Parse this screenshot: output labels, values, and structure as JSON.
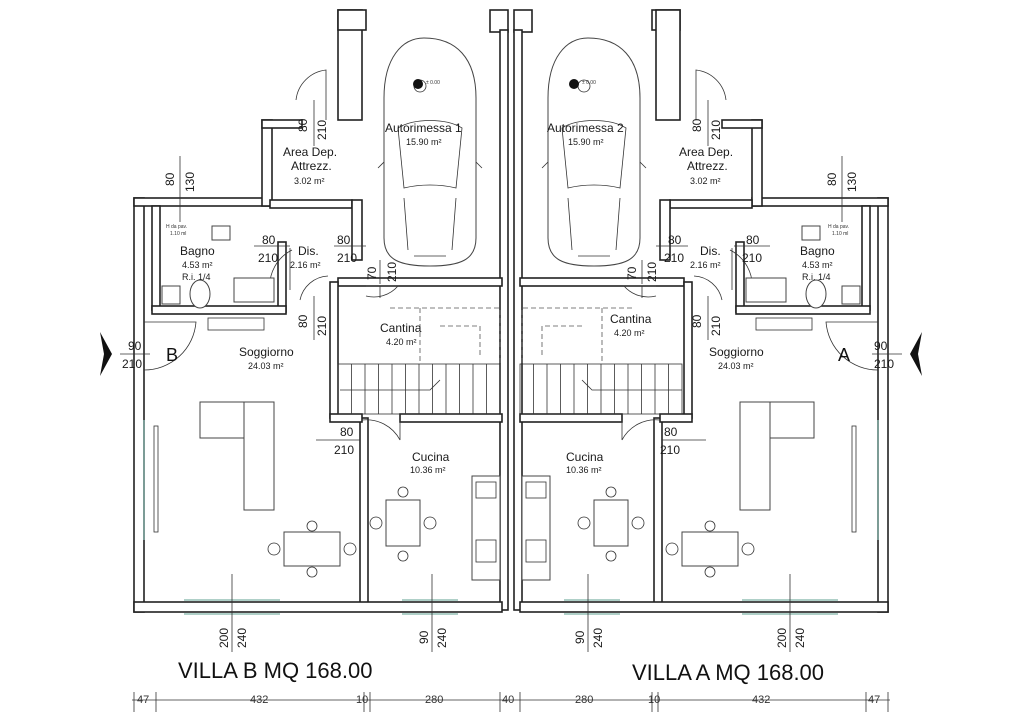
{
  "villa_b_title": "VILLA B MQ 168.00",
  "villa_a_title": "VILLA A MQ 168.00",
  "villa_b_letter": "B",
  "villa_a_letter": "A",
  "rooms": {
    "autorimessa1": {
      "name": "Autorimessa 1",
      "area": "15.90 m²"
    },
    "autorimessa2": {
      "name": "Autorimessa 2",
      "area": "15.90 m²"
    },
    "area_dep_b": {
      "line1": "Area Dep.",
      "line2": "Attrezz.",
      "area": "3.02 m²"
    },
    "area_dep_a": {
      "line1": "Area Dep.",
      "line2": "Attrezz.",
      "area": "3.02 m²"
    },
    "bagno_b": {
      "name": "Bagno",
      "area": "4.53 m²",
      "ri": "R.i. 1/4"
    },
    "bagno_a": {
      "name": "Bagno",
      "area": "4.53 m²",
      "ri": "R.i. 1/4"
    },
    "dis_b": {
      "name": "Dis.",
      "area": "2.16 m²"
    },
    "dis_a": {
      "name": "Dis.",
      "area": "2.16 m²"
    },
    "cantina_b": {
      "name": "Cantina",
      "area": "4.20 m²"
    },
    "cantina_a": {
      "name": "Cantina",
      "area": "4.20 m²"
    },
    "soggiorno_b": {
      "name": "Soggiorno",
      "area": "24.03 m²"
    },
    "soggiorno_a": {
      "name": "Soggiorno",
      "area": "24.03 m²"
    },
    "cucina_b": {
      "name": "Cucina",
      "area": "10.36 m²"
    },
    "cucina_a": {
      "name": "Cucina",
      "area": "10.36 m²"
    }
  },
  "small_notes": {
    "h_pav_b_1": "H da pav.",
    "h_pav_b_2": "1.10 ml",
    "h_pav_a_1": "H da pav.",
    "h_pav_a_2": "1.10 ml",
    "level_1": "± 0.00",
    "level_2": "± 0.00"
  },
  "door_dims": {
    "d80": "80",
    "d210": "210",
    "d70": "70",
    "d130": "130",
    "d90": "90",
    "d200": "200",
    "d240": "240"
  },
  "bottom_dims": [
    "47",
    "432",
    "10",
    "280",
    "40",
    "280",
    "10",
    "432",
    "47"
  ]
}
